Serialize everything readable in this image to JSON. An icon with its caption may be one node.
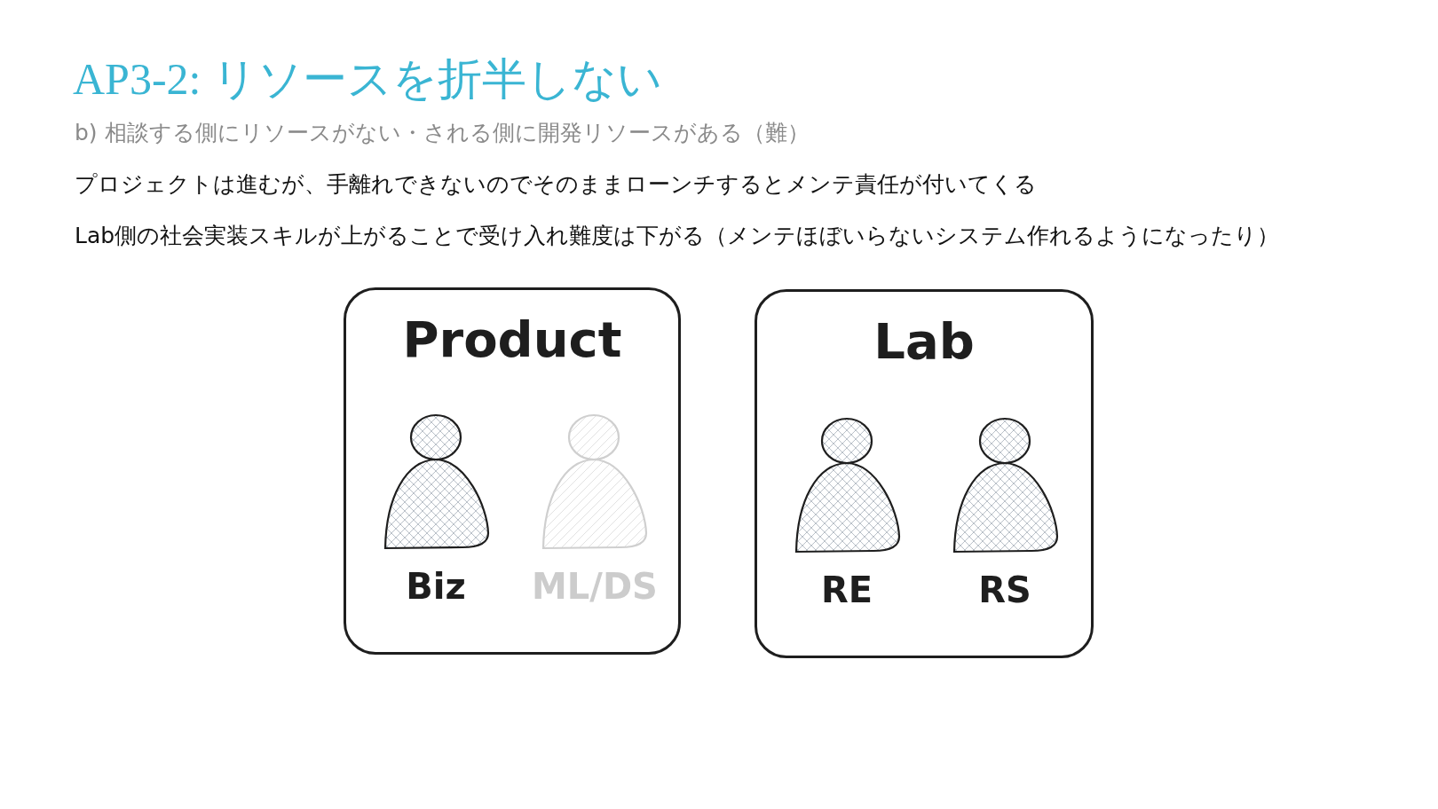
{
  "diagram": {
    "title": "AP3-2: リソースを折半しない",
    "nodes": [
      {
        "text": [
          "Product"
        ]
      },
      {
        "text": [],
        "shape": "person",
        "in": 0,
        "beside": [
          "Biz"
        ]
      },
      {
        "text": [],
        "shape": "person",
        "in": 0,
        "beside": [
          "ML/DS"
        ]
      },
      {
        "text": [
          "Lab"
        ]
      },
      {
        "text": [],
        "shape": "person",
        "in": 3,
        "beside": [
          "RE"
        ]
      },
      {
        "text": [],
        "shape": "person",
        "in": 3,
        "beside": [
          "RS"
        ]
      }
    ],
    "edges": [],
    "labels": [
      "b) 相談する側にリソースがない・される側に開発リソースがある（難）",
      "プロジェクトは進むが、手離れできないのでそのままローンチするとメンテ責任が付いてくる",
      "Lab側の社会実装スキルが上がることで受け入れ難度は下がる（メンテほぼいらないシステム作れるようになったり）"
    ]
  }
}
